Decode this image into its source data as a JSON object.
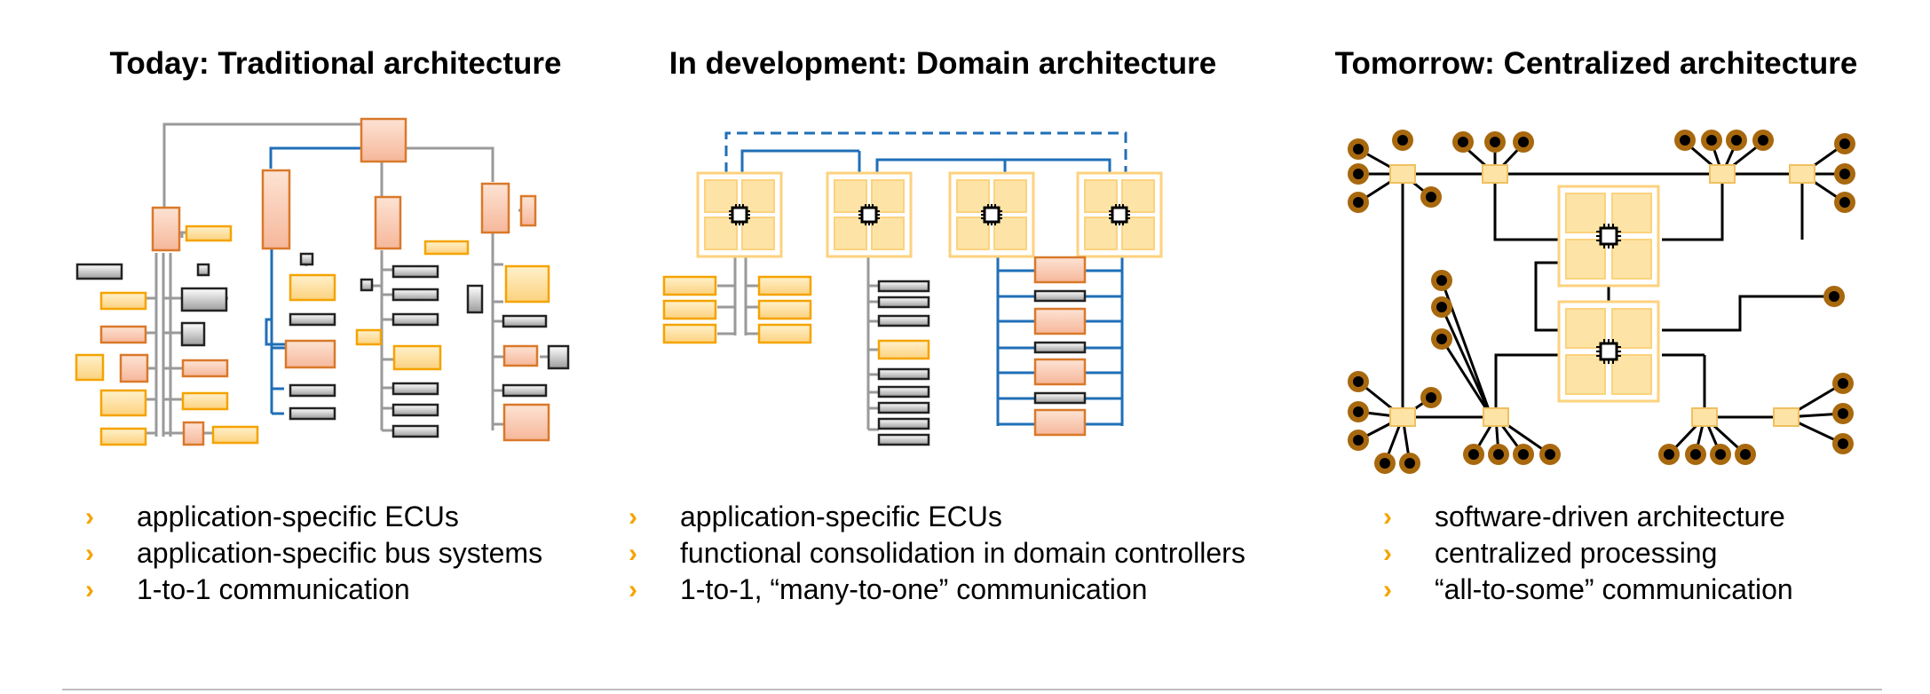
{
  "colors": {
    "accent": "#f5a300",
    "ecu_fill": "#f9c8b0",
    "ecu_border": "#d9792a",
    "bus_blue": "#1f6fb7",
    "bus_gray": "#9a9a9a",
    "node_brown": "#a8680e"
  },
  "panels": [
    {
      "title": "Today: Traditional architecture",
      "bullets": [
        "application-specific ECUs",
        "application-specific bus systems",
        "1-to-1 communication"
      ]
    },
    {
      "title": "In development: Domain architecture",
      "bullets": [
        "application-specific ECUs",
        "functional consolidation in domain controllers",
        "1-to-1, “many-to-one” communication"
      ]
    },
    {
      "title": "Tomorrow: Centralized architecture",
      "bullets": [
        "software-driven architecture",
        "centralized processing",
        "“all-to-some” communication"
      ]
    }
  ]
}
